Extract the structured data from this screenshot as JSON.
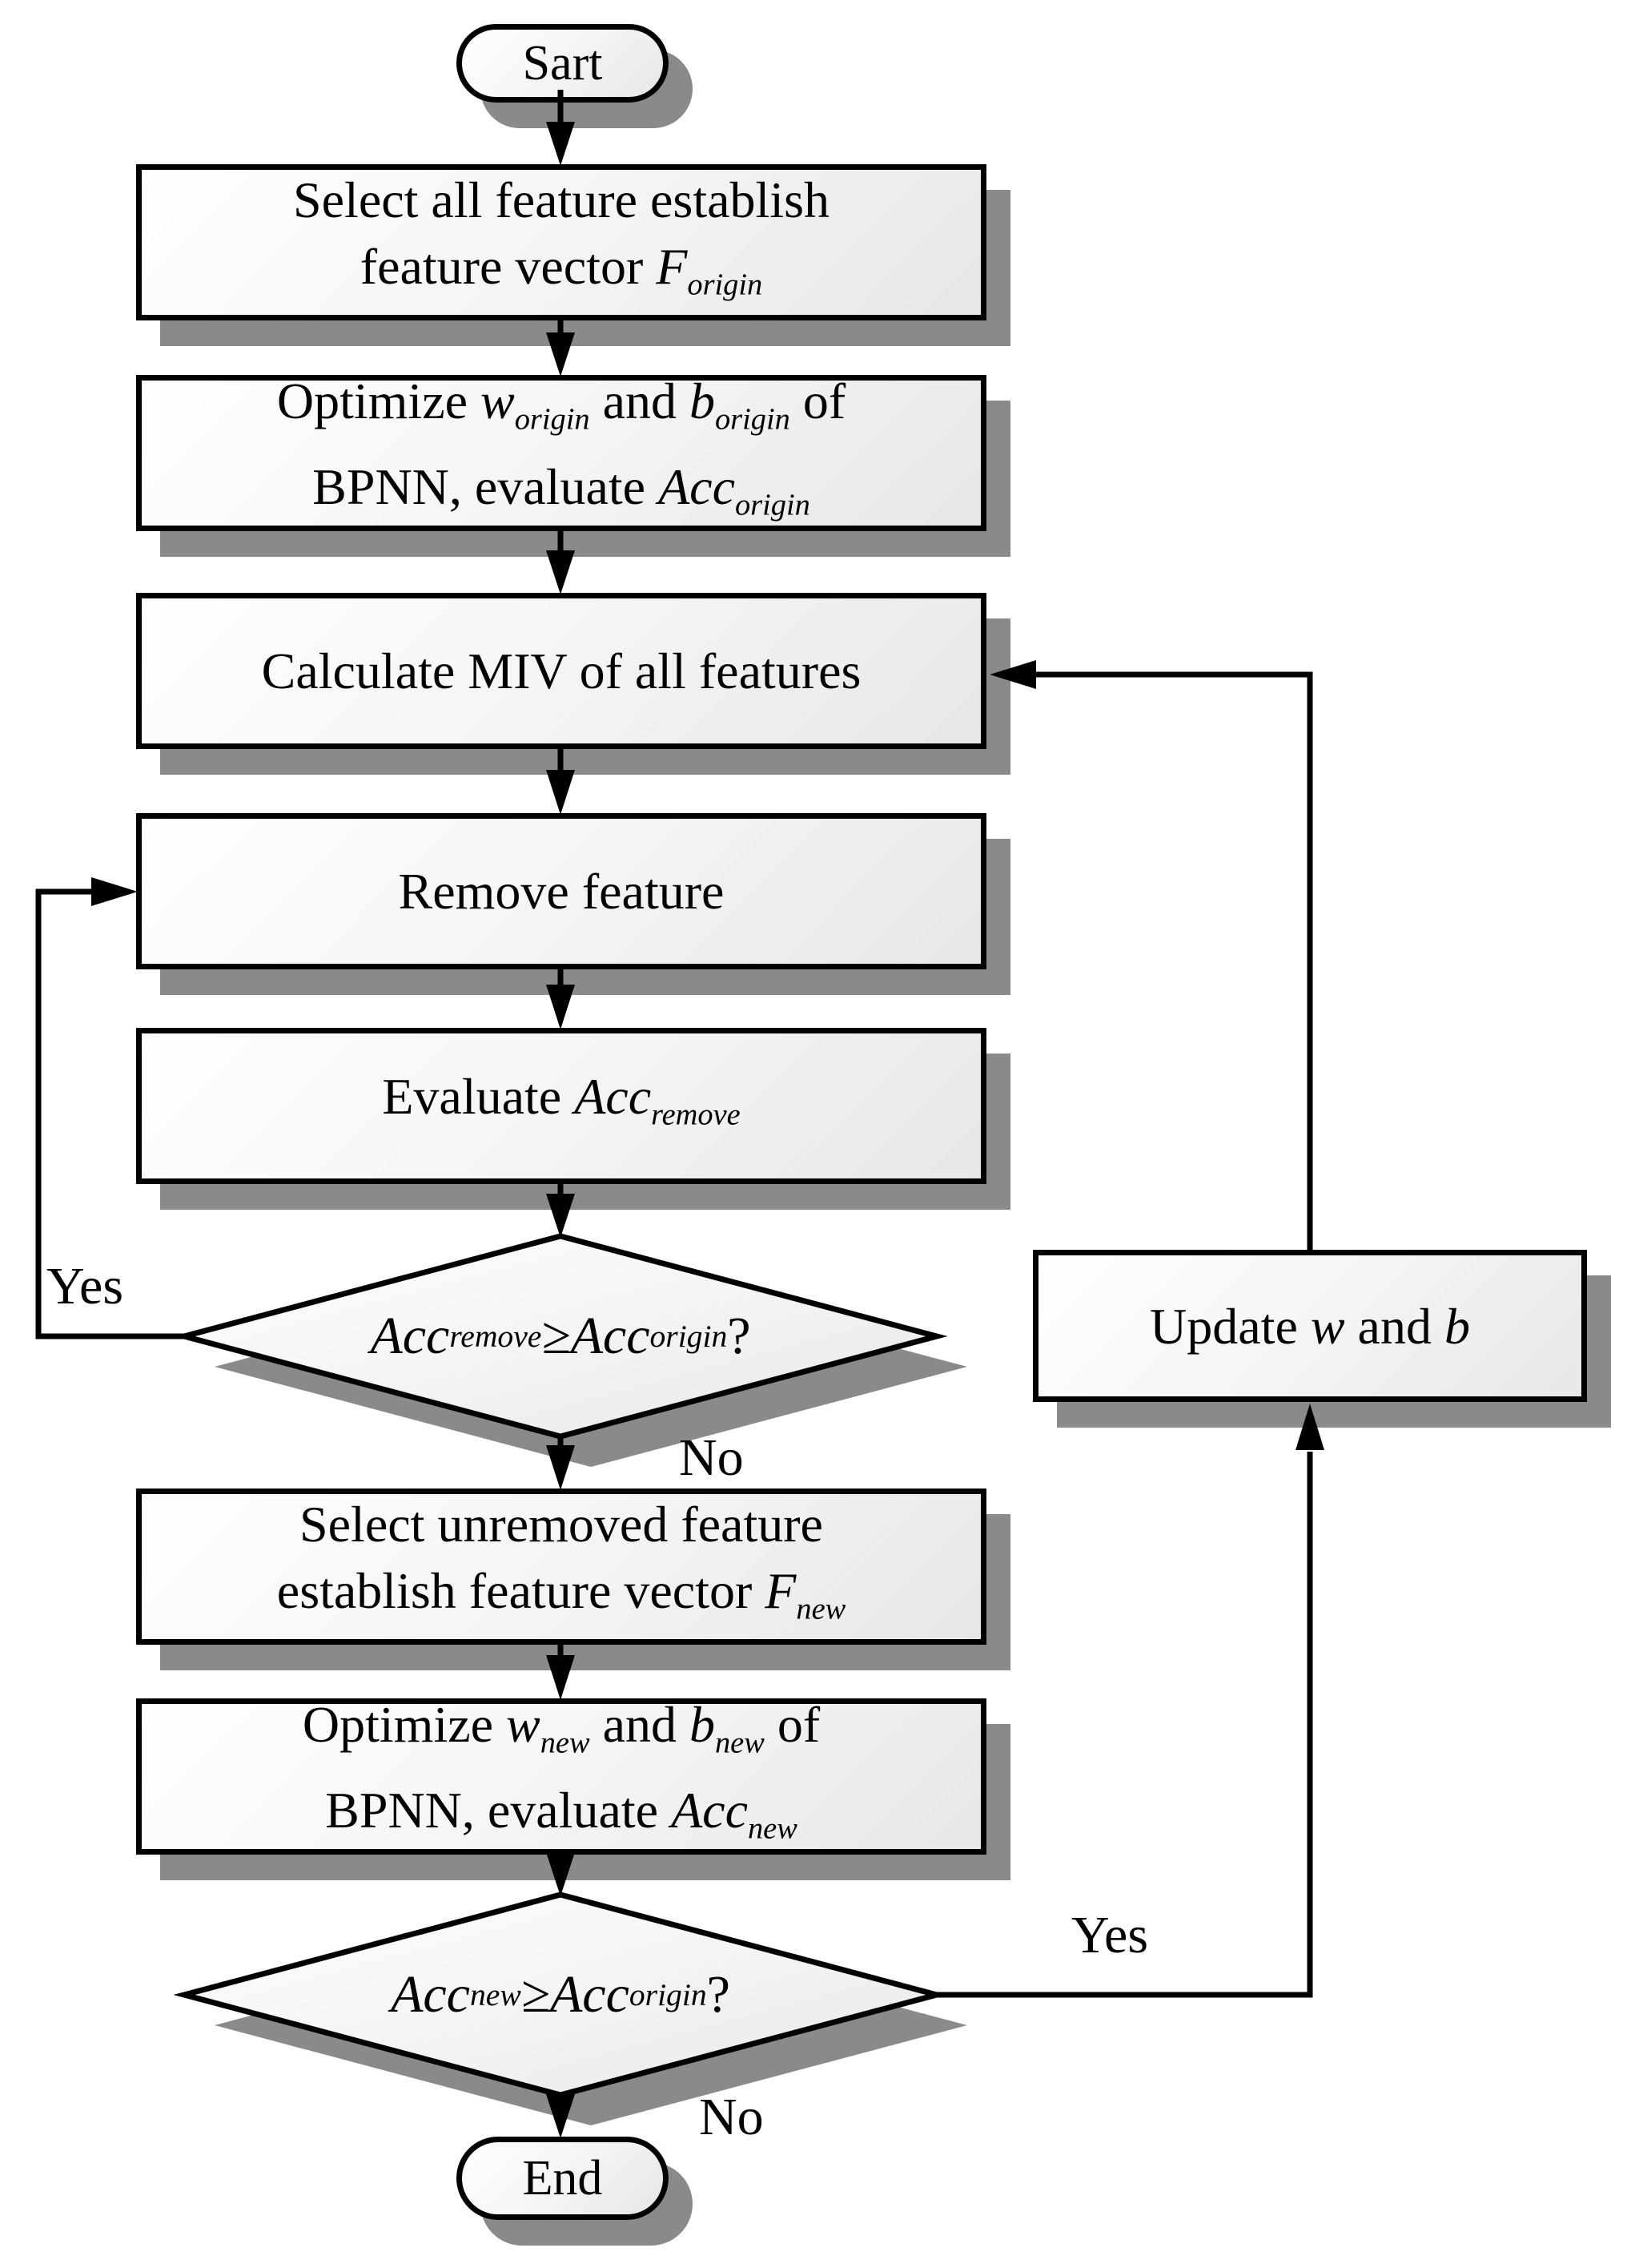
{
  "colors": {
    "background": "#ffffff",
    "stroke": "#000000",
    "shadow": "#8a8a8a",
    "fill_light": "#ffffff",
    "fill_dark": "#e7e7e7"
  },
  "nodes": {
    "start": {
      "shape": "terminator",
      "text": "Sart"
    },
    "select_origin": {
      "shape": "process",
      "lines": [
        [
          {
            "t": "Select all feature establish"
          }
        ],
        [
          {
            "t": "feature vector "
          },
          {
            "t": "F",
            "i": true
          },
          {
            "t": "origin",
            "sub": true
          }
        ]
      ]
    },
    "optimize_origin": {
      "shape": "process",
      "lines": [
        [
          {
            "t": "Optimize "
          },
          {
            "t": "w",
            "i": true
          },
          {
            "t": "origin",
            "sub": true
          },
          {
            "t": " and "
          },
          {
            "t": "b",
            "i": true
          },
          {
            "t": "origin",
            "sub": true
          },
          {
            "t": " of"
          }
        ],
        [
          {
            "t": "BPNN, evaluate "
          },
          {
            "t": "Acc",
            "i": true
          },
          {
            "t": "origin",
            "sub": true
          }
        ]
      ]
    },
    "calc_miv": {
      "shape": "process",
      "lines": [
        [
          {
            "t": "Calculate MIV of all features"
          }
        ]
      ]
    },
    "remove_feature": {
      "shape": "process",
      "lines": [
        [
          {
            "t": "Remove feature"
          }
        ]
      ]
    },
    "evaluate_remove": {
      "shape": "process",
      "lines": [
        [
          {
            "t": "Evaluate "
          },
          {
            "t": "Acc",
            "i": true
          },
          {
            "t": "remove",
            "sub": true
          }
        ]
      ]
    },
    "decision_remove": {
      "shape": "decision",
      "lines": [
        [
          {
            "t": "Acc",
            "i": true
          },
          {
            "t": "remove",
            "sub": true
          },
          {
            "t": " ≥ ",
            "i": true
          },
          {
            "t": "Acc",
            "i": true
          },
          {
            "t": "origin",
            "sub": true
          },
          {
            "t": " ?"
          }
        ]
      ]
    },
    "select_new": {
      "shape": "process",
      "lines": [
        [
          {
            "t": "Select unremoved feature"
          }
        ],
        [
          {
            "t": "establish feature vector "
          },
          {
            "t": "F",
            "i": true
          },
          {
            "t": "new",
            "sub": true
          }
        ]
      ]
    },
    "optimize_new": {
      "shape": "process",
      "lines": [
        [
          {
            "t": "Optimize "
          },
          {
            "t": "w",
            "i": true
          },
          {
            "t": "new",
            "sub": true
          },
          {
            "t": " and "
          },
          {
            "t": "b",
            "i": true
          },
          {
            "t": "new",
            "sub": true
          },
          {
            "t": " of"
          }
        ],
        [
          {
            "t": "BPNN, evaluate "
          },
          {
            "t": "Acc",
            "i": true
          },
          {
            "t": "new",
            "sub": true
          }
        ]
      ]
    },
    "decision_new": {
      "shape": "decision",
      "lines": [
        [
          {
            "t": "Acc",
            "i": true
          },
          {
            "t": "new",
            "sub": true
          },
          {
            "t": " ≥ ",
            "i": true
          },
          {
            "t": "Acc",
            "i": true
          },
          {
            "t": "origin",
            "sub": true
          },
          {
            "t": " ?"
          }
        ]
      ]
    },
    "update_wb": {
      "shape": "process",
      "lines": [
        [
          {
            "t": "Update "
          },
          {
            "t": "w",
            "i": true
          },
          {
            "t": " and "
          },
          {
            "t": "b",
            "i": true
          }
        ]
      ]
    },
    "end": {
      "shape": "terminator",
      "text": "End"
    }
  },
  "edge_labels": {
    "decision_remove_yes": "Yes",
    "decision_remove_no": "No",
    "decision_new_yes": "Yes",
    "decision_new_no": "No"
  }
}
